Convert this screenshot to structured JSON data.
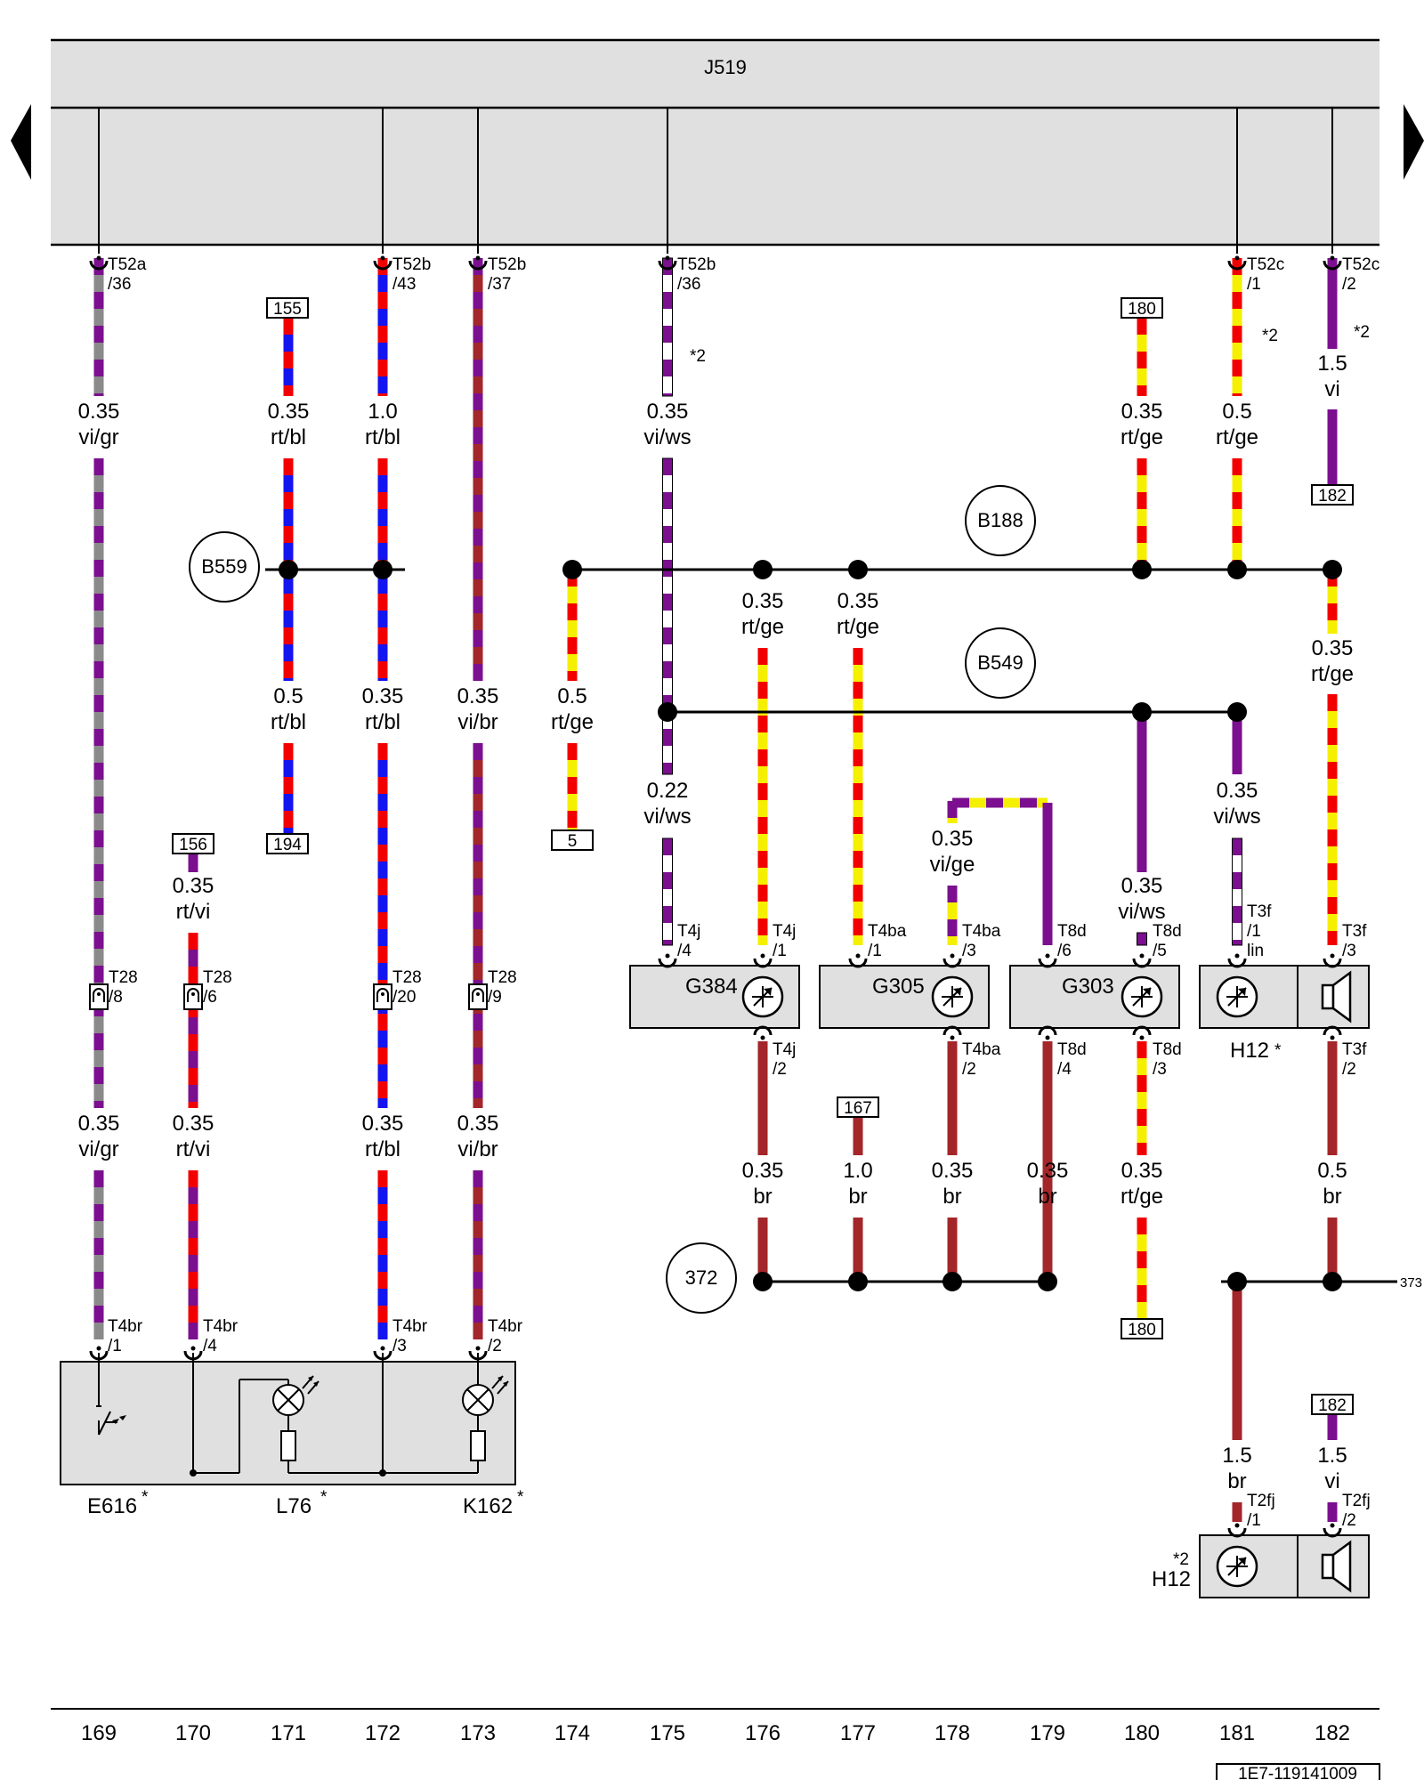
{
  "colors": {
    "vi": "#7B0F8F",
    "gr": "#8A8A8A",
    "rt": "#F20000",
    "bl": "#1414F0",
    "ge": "#F5EF00",
    "ws": "#FFFFFF",
    "br": "#A3262A",
    "panel": "#E0E0E0"
  },
  "header": {
    "module": "J519"
  },
  "navigation": {
    "prev": "previous-page",
    "next": "next-page"
  },
  "connectors": {
    "t52a_36": [
      "T52a",
      "/36"
    ],
    "t52b_43": [
      "T52b",
      "/43"
    ],
    "t52b_37": [
      "T52b",
      "/37"
    ],
    "t52b_36": [
      "T52b",
      "/36"
    ],
    "t52c_1": [
      "T52c",
      "/1"
    ],
    "t52c_2": [
      "T52c",
      "/2"
    ],
    "t28_8": [
      "T28",
      "/8"
    ],
    "t28_6": [
      "T28",
      "/6"
    ],
    "t28_20": [
      "T28",
      "/20"
    ],
    "t28_9": [
      "T28",
      "/9"
    ],
    "t4br_1": [
      "T4br",
      "/1"
    ],
    "t4br_4": [
      "T4br",
      "/4"
    ],
    "t4br_3": [
      "T4br",
      "/3"
    ],
    "t4br_2": [
      "T4br",
      "/2"
    ],
    "t4j_4": [
      "T4j",
      "/4"
    ],
    "t4j_1": [
      "T4j",
      "/1"
    ],
    "t4j_2": [
      "T4j",
      "/2"
    ],
    "t4ba_1": [
      "T4ba",
      "/1"
    ],
    "t4ba_3": [
      "T4ba",
      "/3"
    ],
    "t4ba_2": [
      "T4ba",
      "/2"
    ],
    "t8d_6": [
      "T8d",
      "/6"
    ],
    "t8d_5": [
      "T8d",
      "/5"
    ],
    "t8d_4": [
      "T8d",
      "/4"
    ],
    "t8d_3": [
      "T8d",
      "/3"
    ],
    "t3f_1": [
      "T3f",
      "/1",
      "lin"
    ],
    "t3f_3": [
      "T3f",
      "/3"
    ],
    "t3f_2": [
      "T3f",
      "/2"
    ],
    "t2fj_1": [
      "T2fj",
      "/1"
    ],
    "t2fj_2": [
      "T2fj",
      "/2"
    ]
  },
  "wires": {
    "w169a": [
      "0.35",
      "vi/gr"
    ],
    "w169b": [
      "0.35",
      "vi/gr"
    ],
    "w170a": [
      "0.35",
      "rt/vi"
    ],
    "w170b": [
      "0.35",
      "rt/vi"
    ],
    "w171a": [
      "0.35",
      "rt/bl"
    ],
    "w171b": [
      "0.5",
      "rt/bl"
    ],
    "w172a": [
      "1.0",
      "rt/bl"
    ],
    "w172b": [
      "0.35",
      "rt/bl"
    ],
    "w172c": [
      "0.35",
      "rt/bl"
    ],
    "w173a": [
      "0.35",
      "vi/br"
    ],
    "w173b": [
      "0.35",
      "vi/br"
    ],
    "w174": [
      "0.5",
      "rt/ge"
    ],
    "w175a": [
      "0.35",
      "vi/ws"
    ],
    "w175b": [
      "0.22",
      "vi/ws"
    ],
    "w176a": [
      "0.35",
      "rt/ge"
    ],
    "w176b": [
      "0.35",
      "br"
    ],
    "w177a": [
      "0.35",
      "rt/ge"
    ],
    "w177b": [
      "1.0",
      "br"
    ],
    "w178a": [
      "0.35",
      "vi/ge"
    ],
    "w178b": [
      "0.35",
      "br"
    ],
    "w179": [
      "0.35",
      "br"
    ],
    "w180a": [
      "0.35",
      "rt/ge"
    ],
    "w180b": [
      "0.35",
      "vi/ws"
    ],
    "w180c": [
      "0.35",
      "rt/ge"
    ],
    "w181a": [
      "0.5",
      "rt/ge"
    ],
    "w181b": [
      "0.35",
      "vi/ws"
    ],
    "w181c": [
      "1.5",
      "br"
    ],
    "w182a": [
      "1.5",
      "vi"
    ],
    "w182b": [
      "0.35",
      "rt/ge"
    ],
    "w182c": [
      "0.5",
      "br"
    ],
    "w182d": [
      "1.5",
      "vi"
    ]
  },
  "references": {
    "r155": "155",
    "r194": "194",
    "r156": "156",
    "r5": "5",
    "r167": "167",
    "r180a": "180",
    "r180b": "180",
    "r182a": "182",
    "r182b": "182",
    "r373": "373"
  },
  "notes": {
    "star2": "*2",
    "star": "*"
  },
  "splices": {
    "b559": "B559",
    "b188": "B188",
    "b549": "B549",
    "n372": "372"
  },
  "components": {
    "g384": "G384",
    "g305": "G305",
    "g303": "G303",
    "h12_top": "H12",
    "h12_bottom": "H12",
    "e616": "E616",
    "l76": "L76",
    "k162": "K162"
  },
  "columns": [
    "169",
    "170",
    "171",
    "172",
    "173",
    "174",
    "175",
    "176",
    "177",
    "178",
    "179",
    "180",
    "181",
    "182"
  ],
  "footer": {
    "doc_code": "1E7-119141009"
  }
}
